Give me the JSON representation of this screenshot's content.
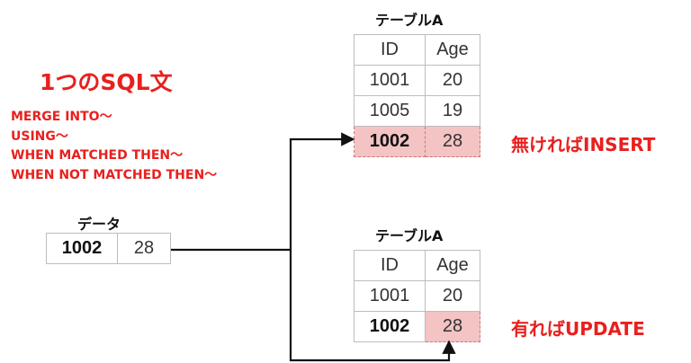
{
  "headline": "1つのSQL文",
  "sql_lines": [
    "MERGE  INTO～",
    "USING～",
    "WHEN MATCHED  THEN～",
    "WHEN NOT MATCHED  THEN～"
  ],
  "data_table": {
    "caption": "データ",
    "row": [
      "1002",
      "28"
    ]
  },
  "table_top": {
    "caption": "テーブルA",
    "header": [
      "ID",
      "Age"
    ],
    "rows": [
      [
        "1001",
        "20"
      ],
      [
        "1005",
        "19"
      ],
      [
        "1002",
        "28"
      ]
    ]
  },
  "table_bottom": {
    "caption": "テーブルA",
    "header": [
      "ID",
      "Age"
    ],
    "rows": [
      [
        "1001",
        "20"
      ],
      [
        "1002",
        "28"
      ]
    ]
  },
  "notes": {
    "insert": "無ければINSERT",
    "update": "有ればUPDATE"
  },
  "colors": {
    "accent": "#e8201e",
    "highlight": "#f4c3c4",
    "arrow": "#111111"
  }
}
